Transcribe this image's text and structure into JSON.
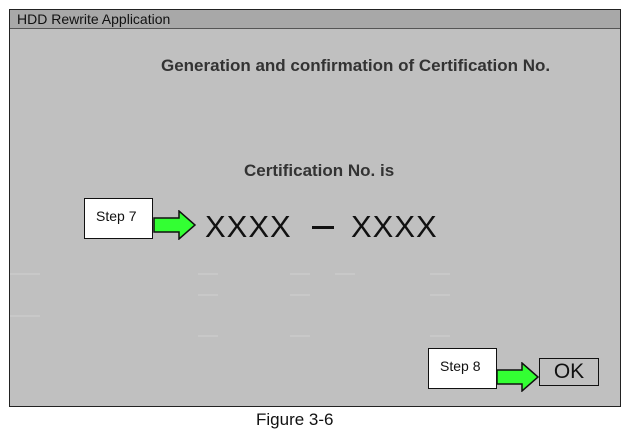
{
  "window": {
    "title": "HDD Rewrite Application",
    "heading": "Generation and confirmation of Certification No.",
    "certification_label": "Certification No. is",
    "certification_parts": [
      "XXXX",
      "XXXX"
    ],
    "ok_label": "OK"
  },
  "annotations": {
    "step7_label": "Step 7",
    "step8_label": "Step 8",
    "arrow_color": "#33ff33"
  },
  "caption": "Figure 3-6",
  "colors": {
    "window_background": "#c0c0c0",
    "titlebar_background": "#a8a8a8",
    "heading_text": "#333333"
  }
}
